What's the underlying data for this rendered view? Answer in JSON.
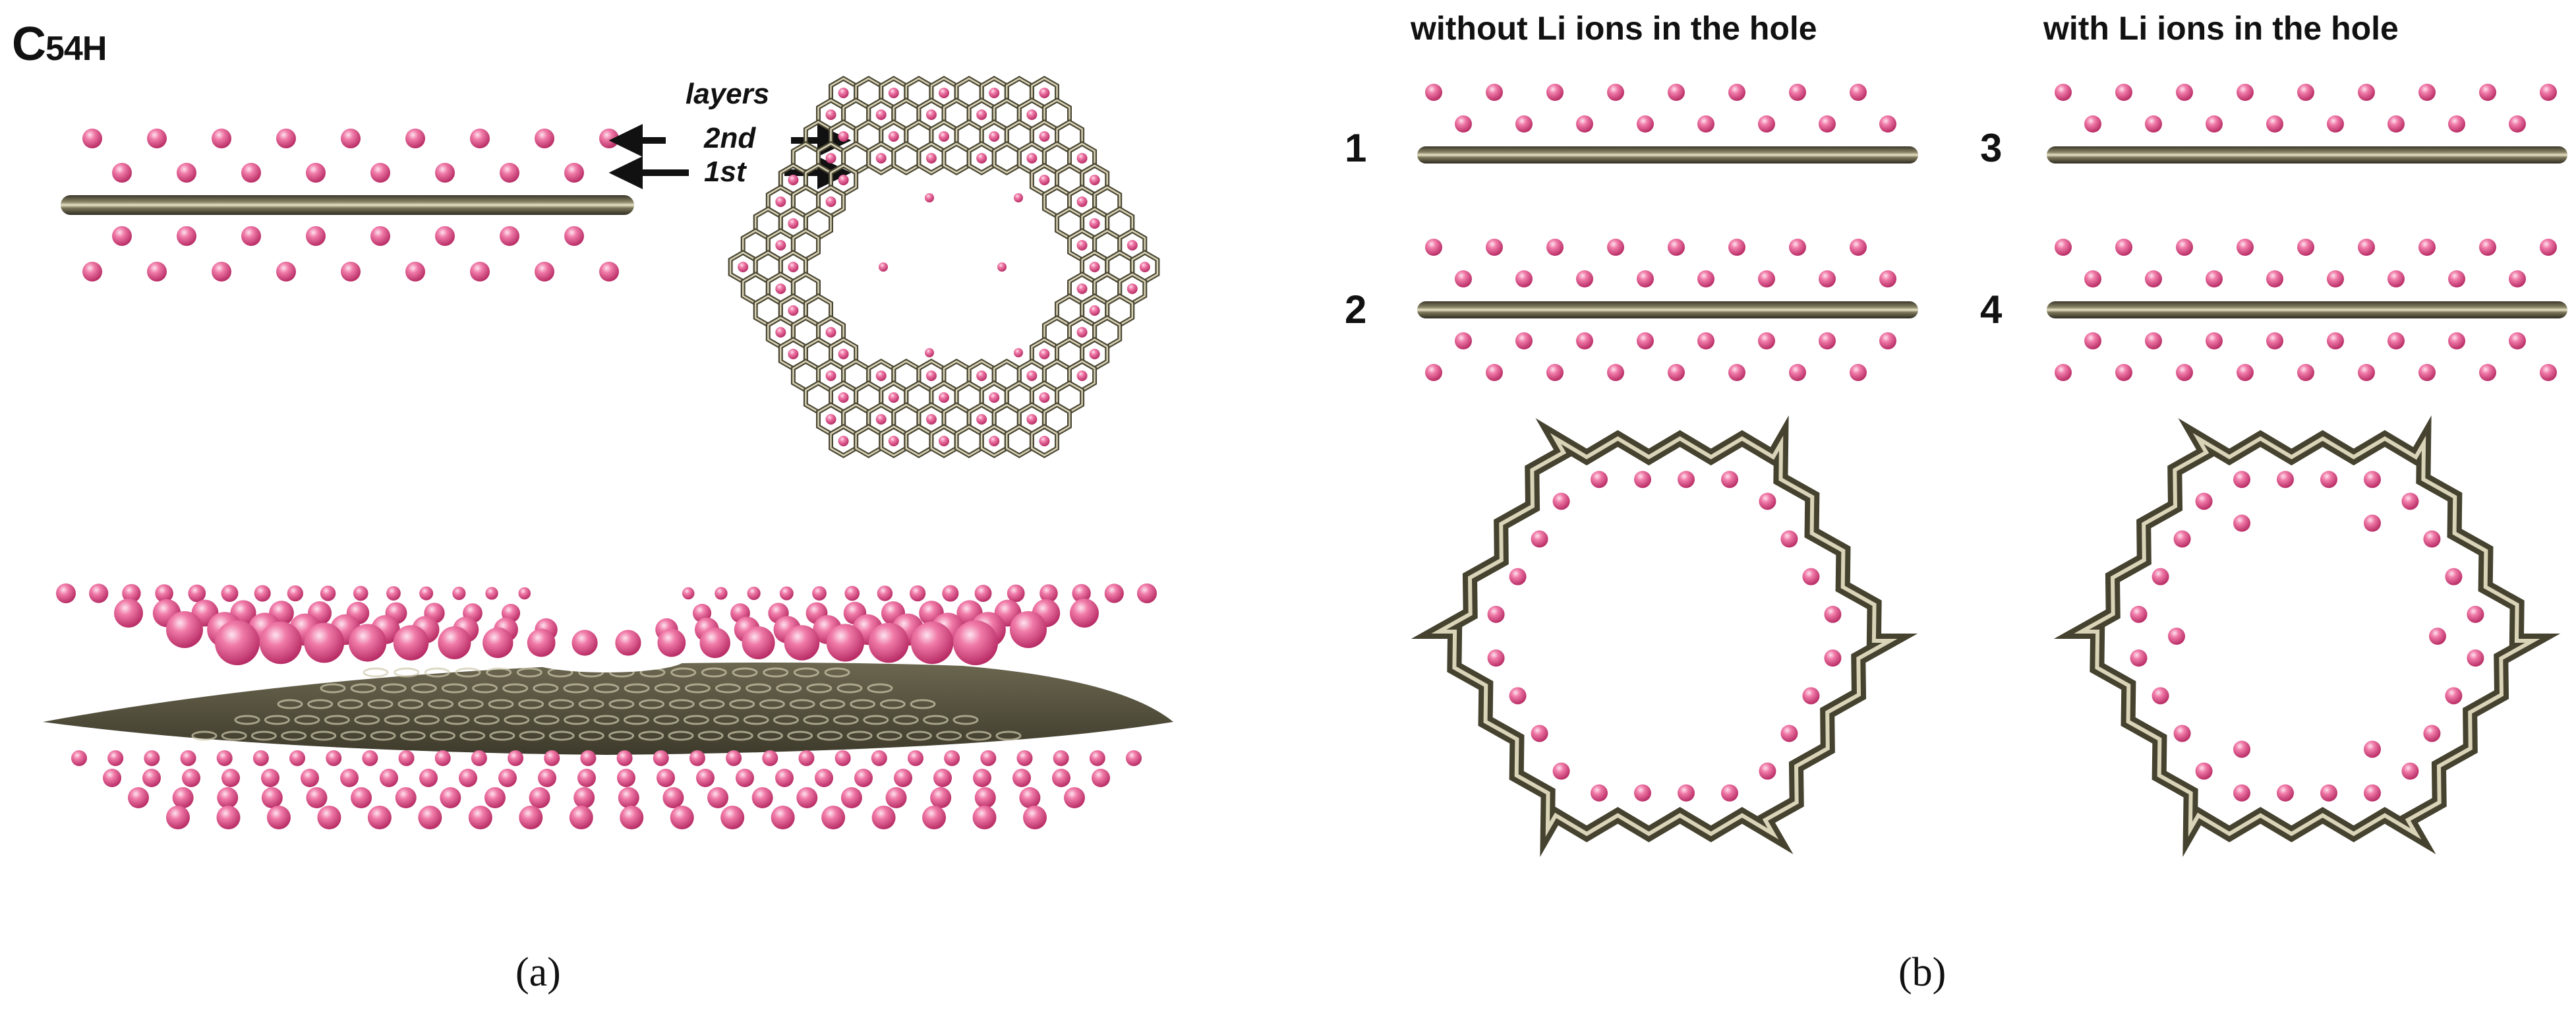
{
  "panel_a": {
    "formula_main": "C",
    "formula_sub": "54H",
    "layers_word": "layers",
    "layer_2": "2nd",
    "layer_1": "1st",
    "caption": "(a)"
  },
  "panel_b": {
    "heading_left": "without Li ions in the hole",
    "heading_right": "with Li ions in the hole",
    "labels": [
      "1",
      "2",
      "3",
      "4"
    ],
    "caption": "(b)"
  },
  "colors": {
    "carbon": "#5a5640",
    "carbon_highlight": "#d9d3b8",
    "lithium": "#e0558e",
    "lithium_highlight": "#fbd0e2",
    "text": "#111111"
  }
}
